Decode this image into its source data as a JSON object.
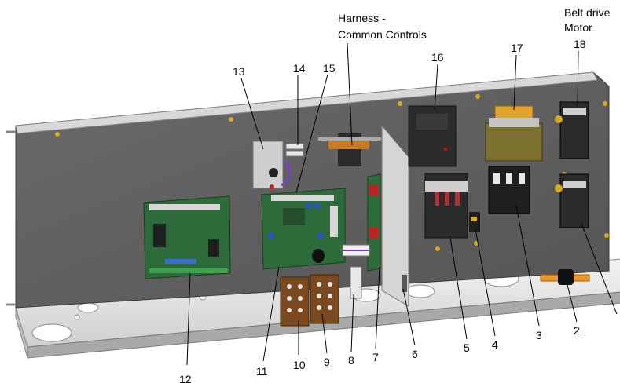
{
  "callouts": {
    "harness_line1": "Harness -",
    "harness_line2": "Common Controls",
    "belt_line1": "Belt drive",
    "belt_line2": "Motor",
    "n2": "2",
    "n3": "3",
    "n4": "4",
    "n5": "5",
    "n6": "6",
    "n7": "7",
    "n8": "8",
    "n9": "9",
    "n10": "10",
    "n11": "11",
    "n12": "12",
    "n13": "13",
    "n14": "14",
    "n15": "15",
    "n16": "16",
    "n17": "17",
    "n18": "18"
  },
  "colors": {
    "panel": "#5f5f5f",
    "board": "#2e6b3a",
    "base": "#e6e6e6",
    "transformer": "#e0a52a",
    "terminal": "#7a4a1e"
  }
}
